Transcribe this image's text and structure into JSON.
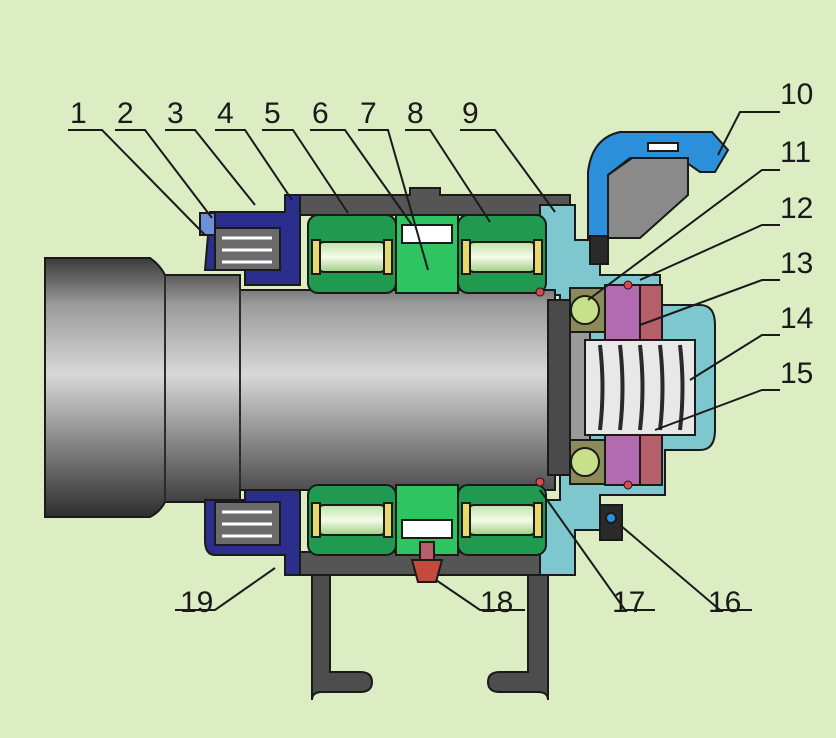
{
  "colors": {
    "background": "#dcedc3",
    "housing": "#7fc7cf",
    "bearing_ring": "#1f9a4f",
    "bearing_light": "#2ec462",
    "roller": "#e9f3da",
    "cage": "#e8d96a",
    "labyrinth": "#2b2e8a",
    "shaft": "#6e6e6e",
    "oil_chamber": "#2c8fd9",
    "spring_disc": "#b36bb0",
    "friction_pad": "#b45f6a"
  },
  "callouts": [
    {
      "label": "1"
    },
    {
      "label": "2"
    },
    {
      "label": "3"
    },
    {
      "label": "4"
    },
    {
      "label": "5"
    },
    {
      "label": "6"
    },
    {
      "label": "7"
    },
    {
      "label": "8"
    },
    {
      "label": "9"
    },
    {
      "label": "10"
    },
    {
      "label": "11"
    },
    {
      "label": "12"
    },
    {
      "label": "13"
    },
    {
      "label": "14"
    },
    {
      "label": "15"
    },
    {
      "label": "16"
    },
    {
      "label": "17"
    },
    {
      "label": "18"
    },
    {
      "label": "19"
    }
  ]
}
